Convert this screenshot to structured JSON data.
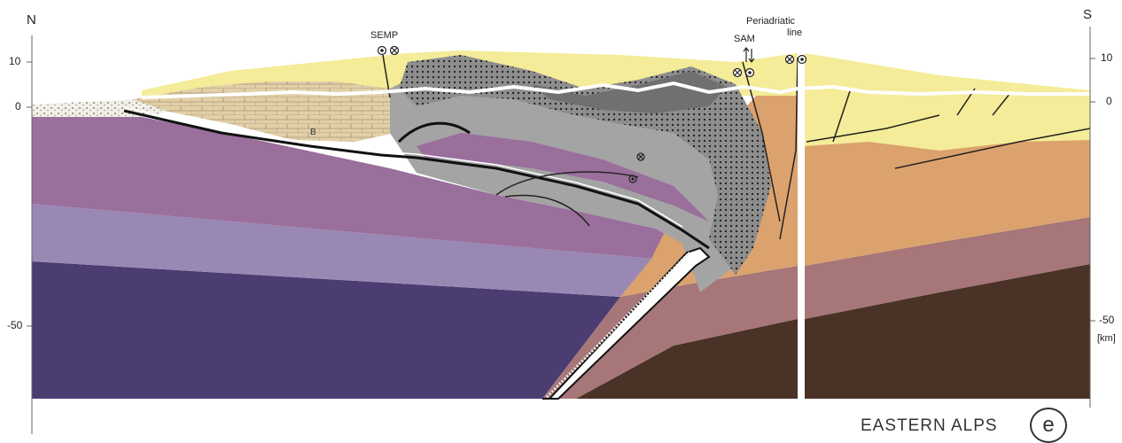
{
  "orientation": {
    "north": "N",
    "south": "S"
  },
  "left_axis": {
    "ticks": [
      "10",
      "0",
      "-50"
    ]
  },
  "right_axis": {
    "ticks": [
      "10",
      "0",
      "-50"
    ],
    "unit": "[km]"
  },
  "faults": {
    "semp": "SEMP",
    "sam": "SAM",
    "periadriatic_line1": "Periadriatic",
    "periadriatic_line2": "line"
  },
  "unit_label": "B",
  "caption": {
    "title": "EASTERN ALPS",
    "panel": "e"
  },
  "colors": {
    "sediment_yellow": "#f4ec98",
    "adriatic_orange": "#dca26e",
    "adriatic_mauve": "#a67678",
    "adriatic_mantle": "#4a3226",
    "european_crust_upper": "#9a6f9c",
    "european_crust_lower": "#9a88b4",
    "european_mantle": "#4b3d72",
    "penninic_grey": "#a4a4a4",
    "penninic_dark": "#707070",
    "flysch_beige": "#e2cfa8"
  }
}
